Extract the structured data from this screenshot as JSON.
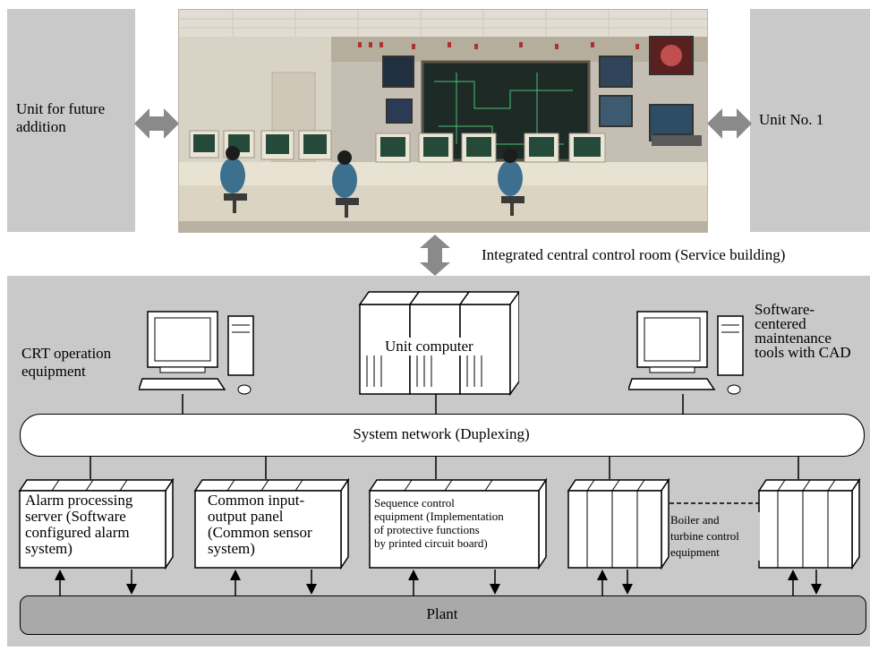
{
  "top": {
    "left_unit_label": "Unit for future\naddition",
    "right_unit_label": "Unit No. 1",
    "control_room_label": "Integrated central control room (Service building)"
  },
  "system": {
    "crt_label": "CRT operation\nequipment",
    "unit_computer_label": "Unit computer",
    "maintenance_label": "Software-\ncentered\nmaintenance\ntools with CAD",
    "network_label": "System network (Duplexing)"
  },
  "modules": {
    "alarm_label": "Alarm processing\nserver (Software\nconfigured alarm\nsystem)",
    "common_io_label": "Common input-\noutput panel\n(Common sensor\nsystem)",
    "sequence_label": "Sequence control\nequipment (Implementation\nof protective functions\nby printed circuit board)",
    "boiler_label": "Boiler and\nturbine control\nequipment"
  },
  "plant": {
    "label": "Plant"
  },
  "colors": {
    "panel_gray": "#c9c9c9",
    "arrow_gray": "#8a8a8a",
    "box_fill": "#ffffff",
    "plant_fill": "#a9a9a9"
  }
}
